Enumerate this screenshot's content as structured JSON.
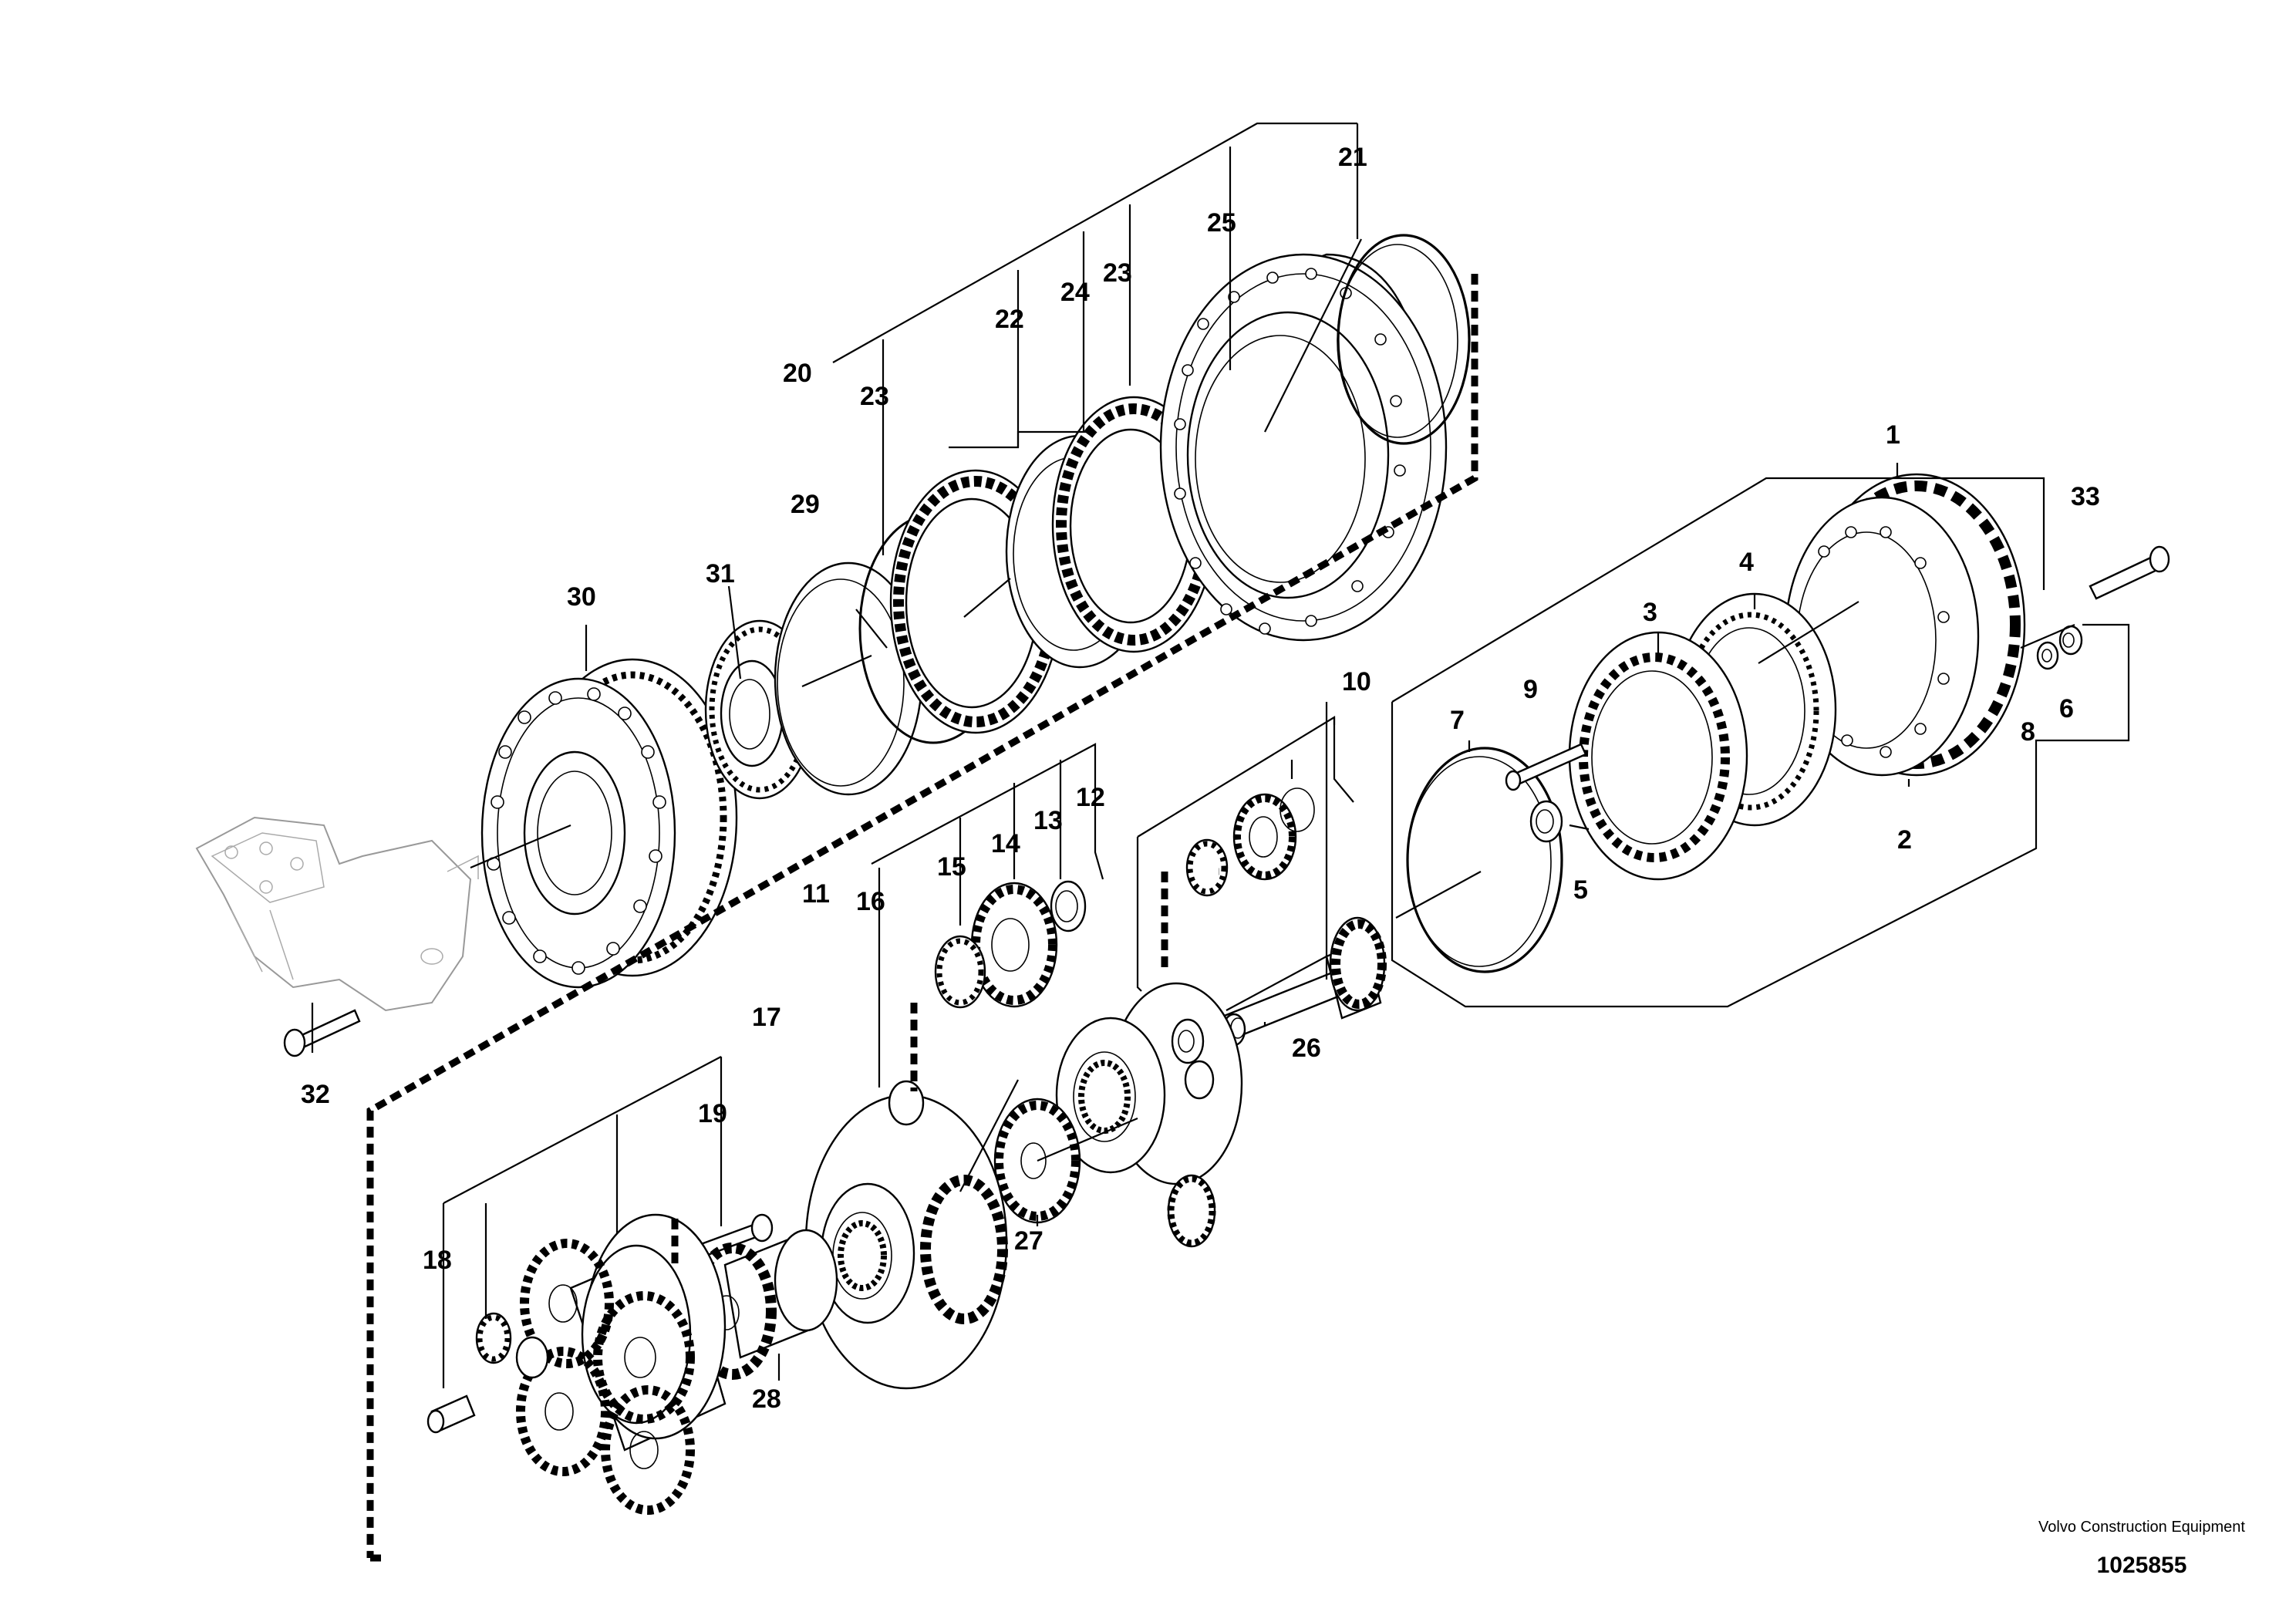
{
  "callouts": [
    "1",
    "2",
    "3",
    "4",
    "5",
    "6",
    "7",
    "8",
    "9",
    "10",
    "11",
    "12",
    "13",
    "14",
    "15",
    "16",
    "17",
    "18",
    "19",
    "20",
    "21",
    "22",
    "23",
    "23",
    "24",
    "25",
    "26",
    "27",
    "28",
    "29",
    "30",
    "31",
    "32",
    "33"
  ],
  "footer": {
    "brand": "Volvo Construction Equipment",
    "drawing_number": "1025855"
  }
}
